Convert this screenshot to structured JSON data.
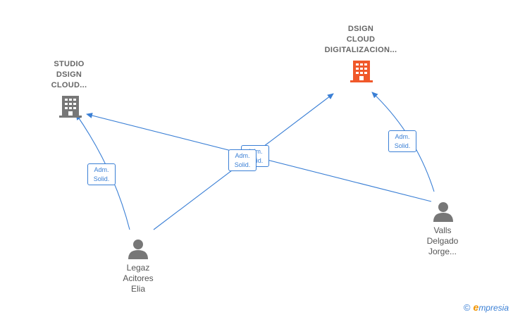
{
  "colors": {
    "edge": "#3a7fd5",
    "company_primary": "#f0582a",
    "company_secondary": "#777777",
    "person": "#777777"
  },
  "companies": [
    {
      "id": "dsign",
      "label": "DSIGN\nCLOUD\nDIGITALIZACION...",
      "icon": "building-icon",
      "highlight": true
    },
    {
      "id": "studio",
      "label": "STUDIO\nDSIGN\nCLOUD...",
      "icon": "building-icon",
      "highlight": false
    }
  ],
  "persons": [
    {
      "id": "legaz",
      "label": "Legaz\nAcitores\nElia",
      "icon": "person-icon"
    },
    {
      "id": "valls",
      "label": "Valls\nDelgado\nJorge...",
      "icon": "person-icon"
    }
  ],
  "relations": [
    {
      "from": "legaz",
      "to": "studio",
      "role_line1": "Adm.",
      "role_line2": "Solid."
    },
    {
      "from": "legaz",
      "to": "dsign",
      "role_line1": "Adm.",
      "role_line2": "Solid."
    },
    {
      "from": "valls",
      "to": "studio",
      "role_line1": "Adm.",
      "role_line2": "Solid."
    },
    {
      "from": "valls",
      "to": "dsign",
      "role_line1": "Adm.",
      "role_line2": "Solid."
    }
  ],
  "footer": {
    "copyright_symbol": "©",
    "brand_first": "e",
    "brand_rest": "mpresia"
  }
}
